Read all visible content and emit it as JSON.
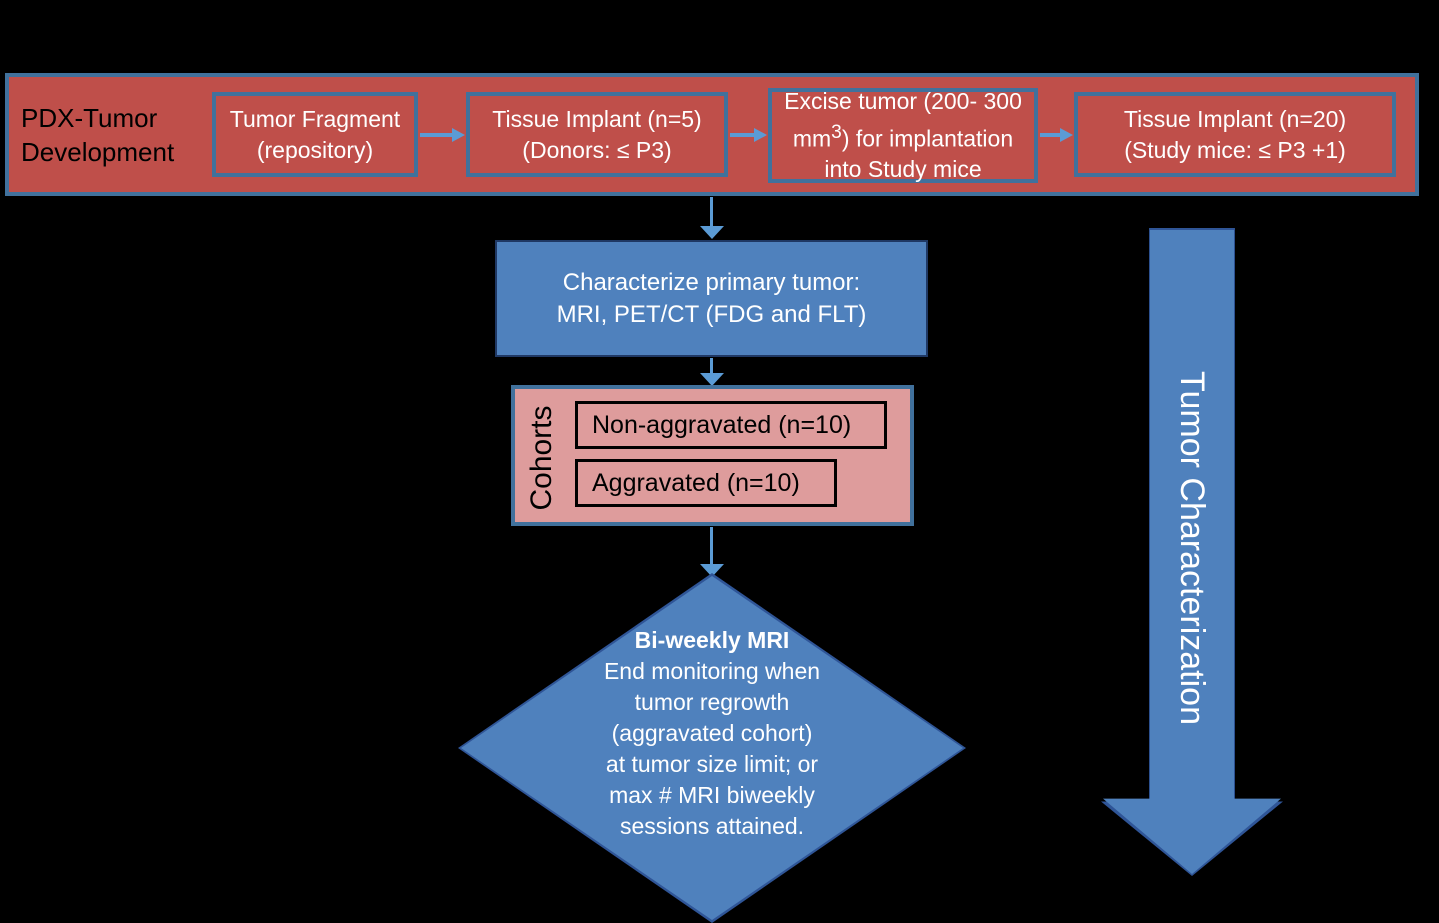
{
  "diagram": {
    "banner": {
      "title": "PDX-Tumor Development",
      "steps": [
        {
          "line1": "Tumor Fragment",
          "line2": "(repository)"
        },
        {
          "line1": "Tissue Implant (n=5)",
          "line2": "(Donors: ≤ P3)"
        },
        {
          "line1": "Excise tumor (200- 300",
          "line2_pre": "mm",
          "line2_sup": "3",
          "line2_post": ") for implantation",
          "line3": "into Study mice"
        },
        {
          "line1": "Tissue Implant (n=20)",
          "line2": "(Study mice: ≤ P3 +1)"
        }
      ]
    },
    "characterize": {
      "line1": "Characterize primary tumor:",
      "line2": "MRI, PET/CT (FDG and FLT)"
    },
    "cohorts": {
      "label": "Cohorts",
      "items": [
        {
          "text": "Non-aggravated (n=10)"
        },
        {
          "text": "Aggravated (n=10)"
        }
      ]
    },
    "decision": {
      "heading": "Bi-weekly MRI",
      "lines": [
        "End monitoring when",
        "tumor regrowth",
        "(aggravated cohort)",
        "at tumor size limit; or",
        "max # MRI biweekly",
        "sessions attained."
      ]
    },
    "side_arrow": {
      "label": "Tumor Characterization"
    },
    "colors": {
      "banner_red": "#BF4F4A",
      "box_blue": "#4F81BD",
      "cohort_pink": "#DE9C9C",
      "border_blue": "#41719C",
      "connector_blue": "#5B9BD5",
      "dark_outline": "#1F3864",
      "background": "#000000"
    }
  }
}
